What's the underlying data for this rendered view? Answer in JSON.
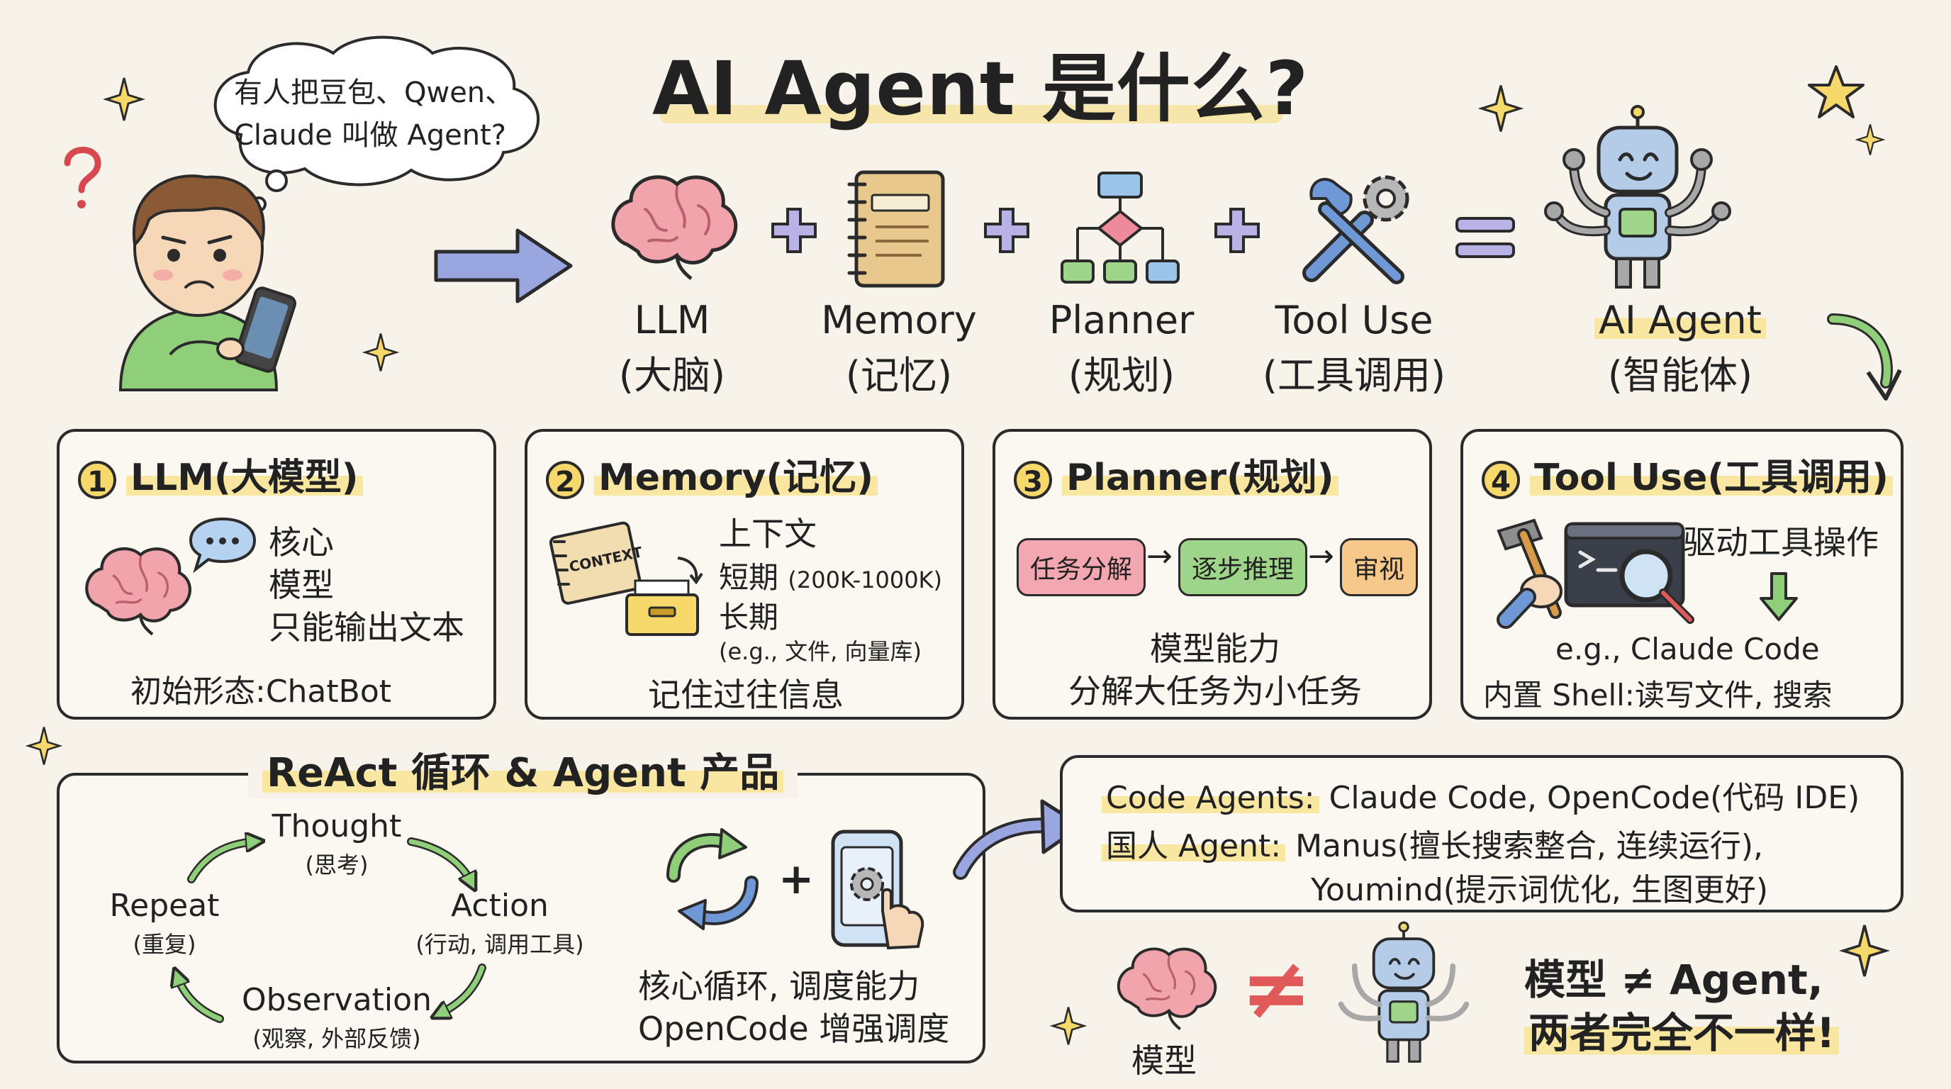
{
  "title": "AI Agent 是什么?",
  "bubble": {
    "line1": "有人把豆包、Qwen、",
    "line2": "Claude 叫做 Agent?"
  },
  "formula": [
    {
      "name": "LLM",
      "sub": "(大脑)"
    },
    {
      "name": "Memory",
      "sub": "(记忆)"
    },
    {
      "name": "Planner",
      "sub": "(规划)"
    },
    {
      "name": "Tool Use",
      "sub": "(工具调用)"
    },
    {
      "name": "AI Agent",
      "sub": "(智能体)"
    }
  ],
  "cards": {
    "llm": {
      "num": "1",
      "title": "LLM(大模型)",
      "lines": [
        "核心",
        "模型",
        "只能输出文本"
      ],
      "footer": "初始形态:ChatBot"
    },
    "memory": {
      "num": "2",
      "title": "Memory(记忆)",
      "notebook": "CONTEXT",
      "l1": "上下文",
      "l2": "短期",
      "l2_note": "(200K-1000K)",
      "l3": "长期",
      "l3_note": "(e.g., 文件, 向量库)",
      "footer": "记住过往信息"
    },
    "planner": {
      "num": "3",
      "title": "Planner(规划)",
      "steps": [
        "任务分解",
        "逐步推理",
        "审视"
      ],
      "f1": "模型能力",
      "f2": "分解大任务为小任务"
    },
    "tool": {
      "num": "4",
      "title": "Tool Use(工具调用)",
      "l1": "驱动工具操作",
      "l2": "e.g., Claude Code",
      "l3": "内置 Shell:读写文件, 搜索"
    }
  },
  "react": {
    "title": "ReAct 循环 & Agent 产品",
    "thought": "Thought",
    "thought_sub": "(思考)",
    "action": "Action",
    "action_sub": "(行动, 调用工具)",
    "observation": "Observation",
    "observation_sub": "(观察, 外部反馈)",
    "repeat": "Repeat",
    "repeat_sub": "(重复)",
    "core1": "核心循环, 调度能力",
    "core2": "OpenCode 增强调度"
  },
  "products": {
    "code_label": "Code Agents:",
    "code_value": "Claude Code, OpenCode(代码 IDE)",
    "cn_label": "国人 Agent:",
    "cn_value1": "Manus(擅长搜索整合, 连续运行),",
    "cn_value2": "Youmind(提示词优化, 生图更好)"
  },
  "bottom": {
    "model_label": "模型",
    "neq": "≠",
    "line1": "模型 ≠ Agent,",
    "line2": "两者完全不一样!"
  }
}
